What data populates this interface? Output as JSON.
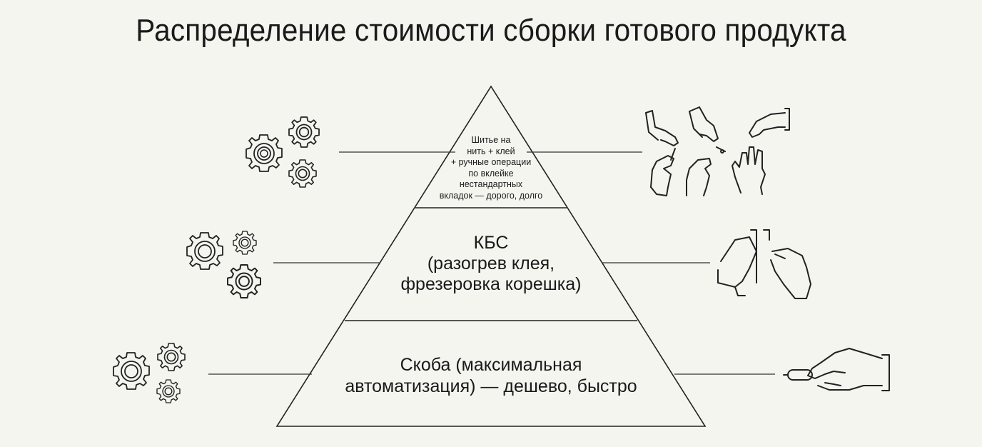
{
  "page": {
    "title": "Распределение стоимости сборки готового продукта",
    "background_color": "#f4f5ef",
    "ink_color": "#1a1a1a"
  },
  "pyramid": {
    "tiers": [
      {
        "id": "top",
        "lines": [
          "Шитье на",
          "нить + клей",
          "+ ручные операции",
          "по вклейке",
          "нестандартных",
          "вкладок — дорого, долго"
        ],
        "left_icon": "gears-icon",
        "right_icon": "hands-manual-operations-icon"
      },
      {
        "id": "middle",
        "lines": [
          "КБС",
          "(разогрев клея,",
          "фрезеровка корешка)"
        ],
        "left_icon": "gears-icon",
        "right_icon": "hands-gluing-icon"
      },
      {
        "id": "bottom",
        "lines": [
          "Скоба (максимальная",
          "автоматизация) — дешево, быстро"
        ],
        "left_icon": "gears-icon",
        "right_icon": "hand-pressing-button-icon"
      }
    ]
  }
}
